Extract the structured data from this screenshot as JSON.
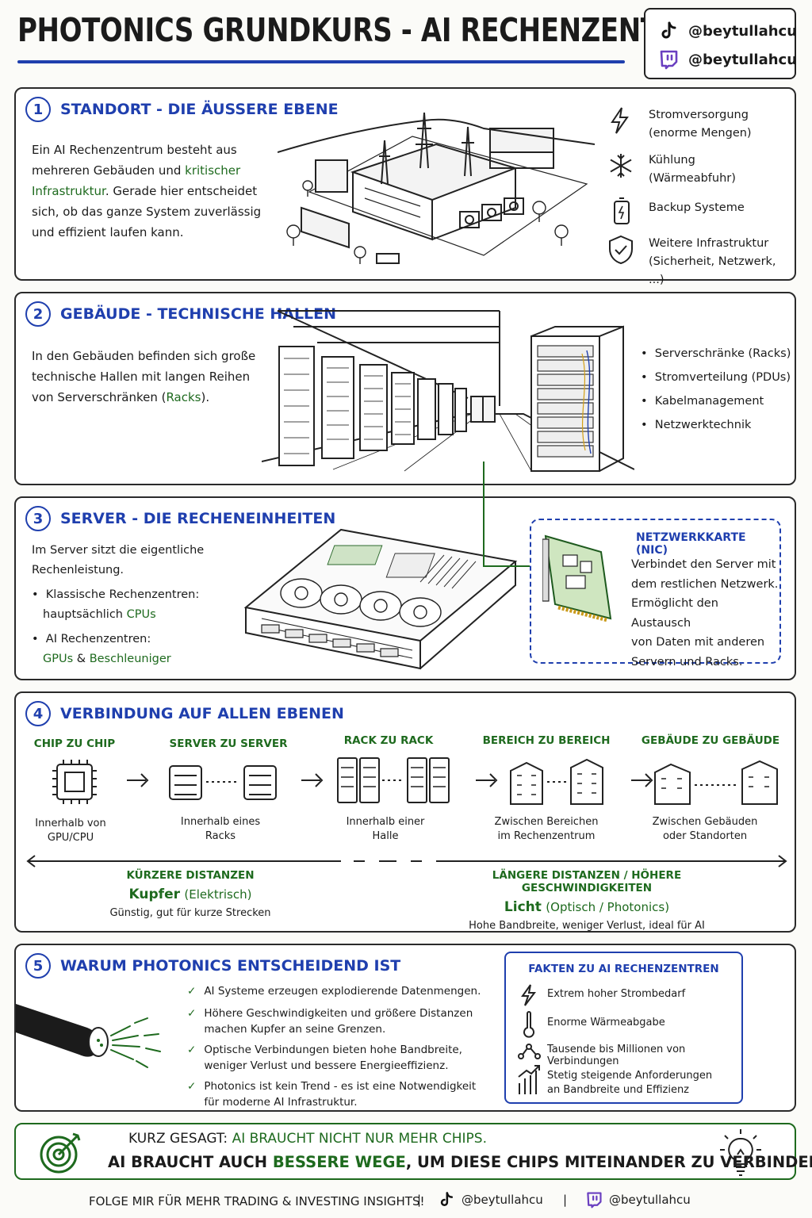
{
  "header": {
    "title": "PHOTONICS GRUNDKURS - AI RECHENZENTREN",
    "socials": [
      {
        "icon": "tiktok-icon",
        "handle": "@beytullahcu"
      },
      {
        "icon": "twitch-icon",
        "handle": "@beytullahcu"
      }
    ]
  },
  "section1": {
    "number": "1",
    "heading": "STANDORT - DIE ÄUSSERE EBENE",
    "text_lines": [
      "Ein AI Rechenzentrum besteht aus",
      "mehreren Gebäuden und ",
      "kritischer",
      "Infrastruktur",
      ". Gerade hier entscheidet",
      "sich, ob das ganze System zuverlässig",
      "und effizient laufen kann."
    ],
    "items": [
      {
        "icon": "lightning-icon",
        "line1": "Stromversorgung",
        "line2": "(enorme Mengen)"
      },
      {
        "icon": "snowflake-icon",
        "line1": "Kühlung",
        "line2": "(Wärmeabfuhr)"
      },
      {
        "icon": "battery-icon",
        "line1": "Backup Systeme",
        "line2": ""
      },
      {
        "icon": "shield-icon",
        "line1": "Weitere Infrastruktur",
        "line2": "(Sicherheit, Netzwerk, ...)"
      }
    ]
  },
  "section2": {
    "number": "2",
    "heading": "GEBÄUDE - TECHNISCHE HALLEN",
    "text_lines": [
      "In den Gebäuden befinden sich große",
      "technische Hallen mit langen Reihen",
      "von Serverschränken (",
      "Racks",
      ")."
    ],
    "bullets": [
      "Serverschränke (Racks)",
      "Stromverteilung (PDUs)",
      "Kabelmanagement",
      "Netzwerktechnik"
    ]
  },
  "section3": {
    "number": "3",
    "heading": "SERVER - DIE RECHENEINHEITEN",
    "intro": [
      "Im Server sitzt die eigentliche",
      "Rechenleistung."
    ],
    "bullet1": {
      "line1": "Klassische Rechenzentren:",
      "line2a": "hauptsächlich ",
      "line2b": "CPUs"
    },
    "bullet2": {
      "line1": "AI Rechenzentren:",
      "line2a": "GPUs",
      "line2b": " & ",
      "line2c": "Beschleuniger"
    },
    "nic": {
      "title": "NETZWERKKARTE (NIC)",
      "lines": [
        "Verbindet den Server mit",
        "dem restlichen Netzwerk.",
        "Ermöglicht den Austausch",
        "von Daten mit anderen",
        "Servern und Racks."
      ]
    }
  },
  "section4": {
    "number": "4",
    "heading": "VERBINDUNG AUF ALLEN EBENEN",
    "levels": [
      {
        "label": "CHIP ZU CHIP",
        "sub1": "Innerhalb von",
        "sub2": "GPU/CPU"
      },
      {
        "label": "SERVER ZU SERVER",
        "sub1": "Innerhalb eines",
        "sub2": "Racks"
      },
      {
        "label": "RACK ZU RACK",
        "sub1": "Innerhalb einer",
        "sub2": "Halle"
      },
      {
        "label": "BEREICH ZU BEREICH",
        "sub1": "Zwischen Bereichen",
        "sub2": "im Rechenzentrum"
      },
      {
        "label": "GEBÄUDE ZU GEBÄUDE",
        "sub1": "Zwischen Gebäuden",
        "sub2": "oder Standorten"
      }
    ],
    "short": {
      "title": "KÜRZERE DISTANZEN",
      "main": "Kupfer",
      "paren": "(Elektrisch)",
      "sub": "Günstig, gut für kurze Strecken"
    },
    "long": {
      "title": "LÄNGERE DISTANZEN / HÖHERE GESCHWINDIGKEITEN",
      "main": "Licht",
      "paren": "(Optisch / Photonics)",
      "sub": "Hohe Bandbreite, weniger Verlust, ideal für AI"
    }
  },
  "section5": {
    "number": "5",
    "heading": "WARUM PHOTONICS ENTSCHEIDEND IST",
    "checks": [
      [
        "AI Systeme erzeugen explodierende Datenmengen.",
        ""
      ],
      [
        "Höhere Geschwindigkeiten und größere Distanzen",
        "machen Kupfer an seine Grenzen."
      ],
      [
        "Optische Verbindungen bieten hohe Bandbreite,",
        "weniger Verlust und bessere Energieeffizienz."
      ],
      [
        "Photonics ist kein Trend - es ist eine Notwendigkeit",
        "für moderne AI Infrastruktur."
      ]
    ],
    "facts": {
      "title": "FAKTEN ZU AI RECHENZENTREN",
      "items": [
        {
          "icon": "lightning-icon",
          "line1": "Extrem hoher Strombedarf",
          "line2": ""
        },
        {
          "icon": "thermometer-icon",
          "line1": "Enorme Wärmeabgabe",
          "line2": ""
        },
        {
          "icon": "network-icon",
          "line1": "Tausende bis Millionen von Verbindungen",
          "line2": ""
        },
        {
          "icon": "growth-chart-icon",
          "line1": "Stetig steigende Anforderungen",
          "line2": "an Bandbreite und Effizienz"
        }
      ]
    }
  },
  "conclusion": {
    "prefix": "KURZ GESAGT: ",
    "highlight1": "AI BRAUCHT NICHT NUR MEHR CHIPS.",
    "line2a": "AI BRAUCHT AUCH ",
    "line2b": "BESSERE WEGE",
    "line2c": ", UM DIESE CHIPS MITEINANDER ZU VERBINDEN."
  },
  "footer": {
    "text": "FOLGE MIR FÜR MEHR TRADING & INVESTING INSIGHTS!",
    "tiktok": "@beytullahcu",
    "twitch": "@beytullahcu"
  },
  "colors": {
    "accent_blue": "#1f3fae",
    "accent_green": "#1e6a1e",
    "ink": "#1b1b1b"
  }
}
